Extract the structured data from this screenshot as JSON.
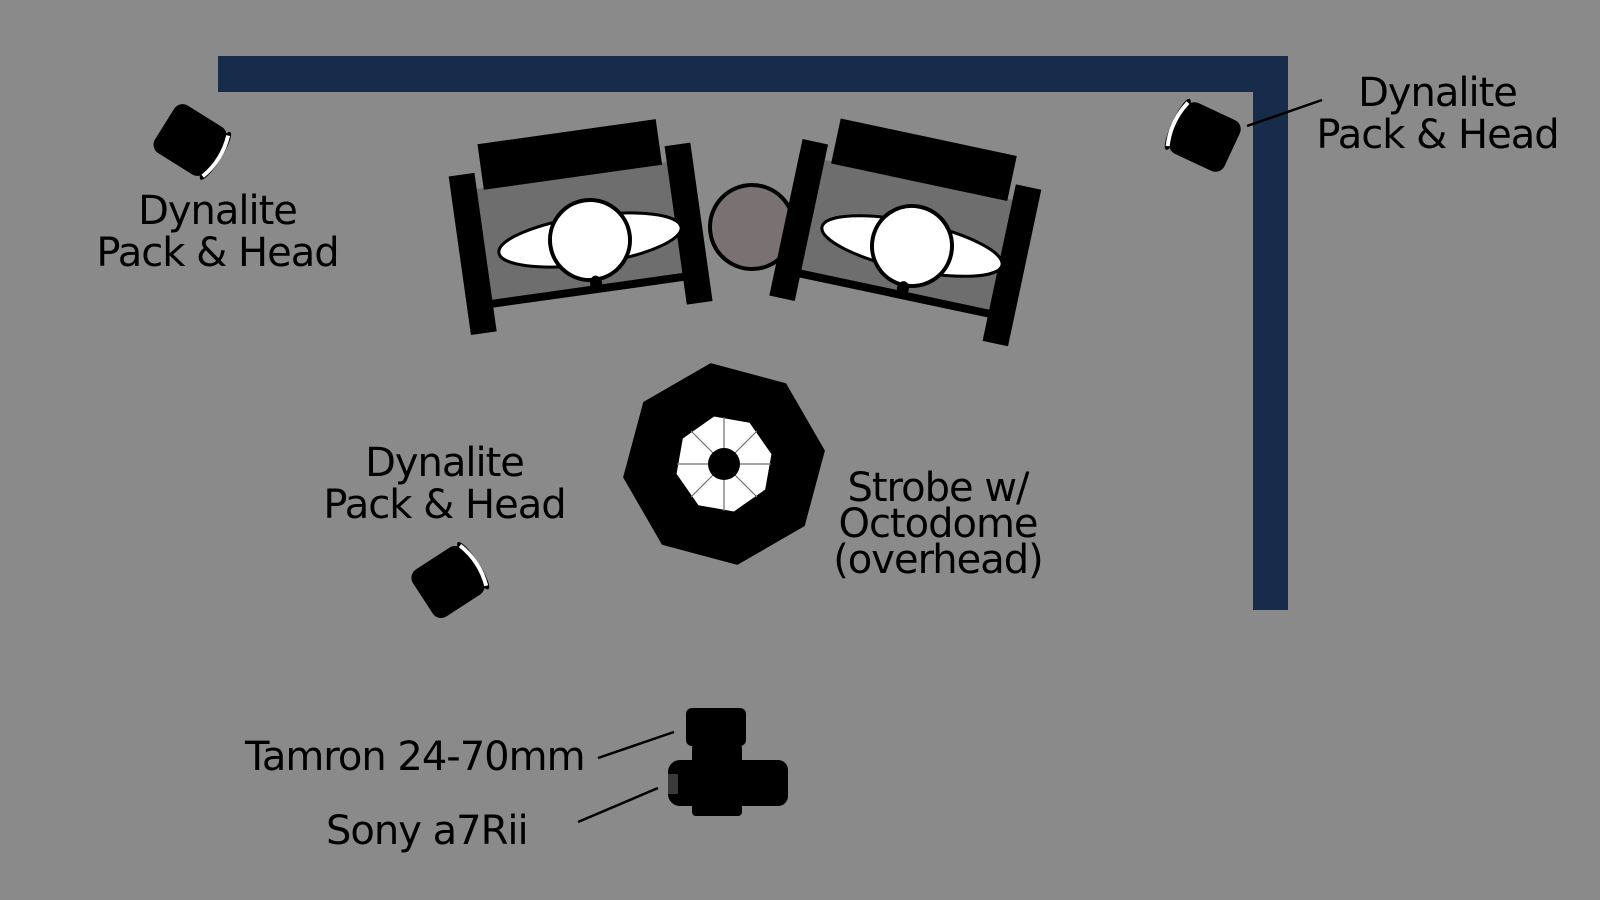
{
  "colors": {
    "background": "#8a8a8a",
    "wall": "#172b4a",
    "equipment": "#000000",
    "chair_seat": "#6e6e6e",
    "person": "#ffffff",
    "side_table": "#7a7272"
  },
  "labels": {
    "light_top_left": [
      "Dynalite",
      "Pack & Head"
    ],
    "light_top_right": [
      "Dynalite",
      "Pack & Head"
    ],
    "light_mid_left": [
      "Dynalite",
      "Pack & Head"
    ],
    "strobe": [
      "Strobe w/",
      "Octodome",
      "(overhead)"
    ],
    "lens": "Tamron 24-70mm",
    "camera": "Sony a7Rii"
  },
  "icons": {
    "light_head": "light-head-icon",
    "softbox": "octodome-softbox-icon",
    "camera": "camera-icon",
    "chair": "armchair-icon",
    "person": "person-topdown-icon",
    "table": "side-table-icon"
  }
}
